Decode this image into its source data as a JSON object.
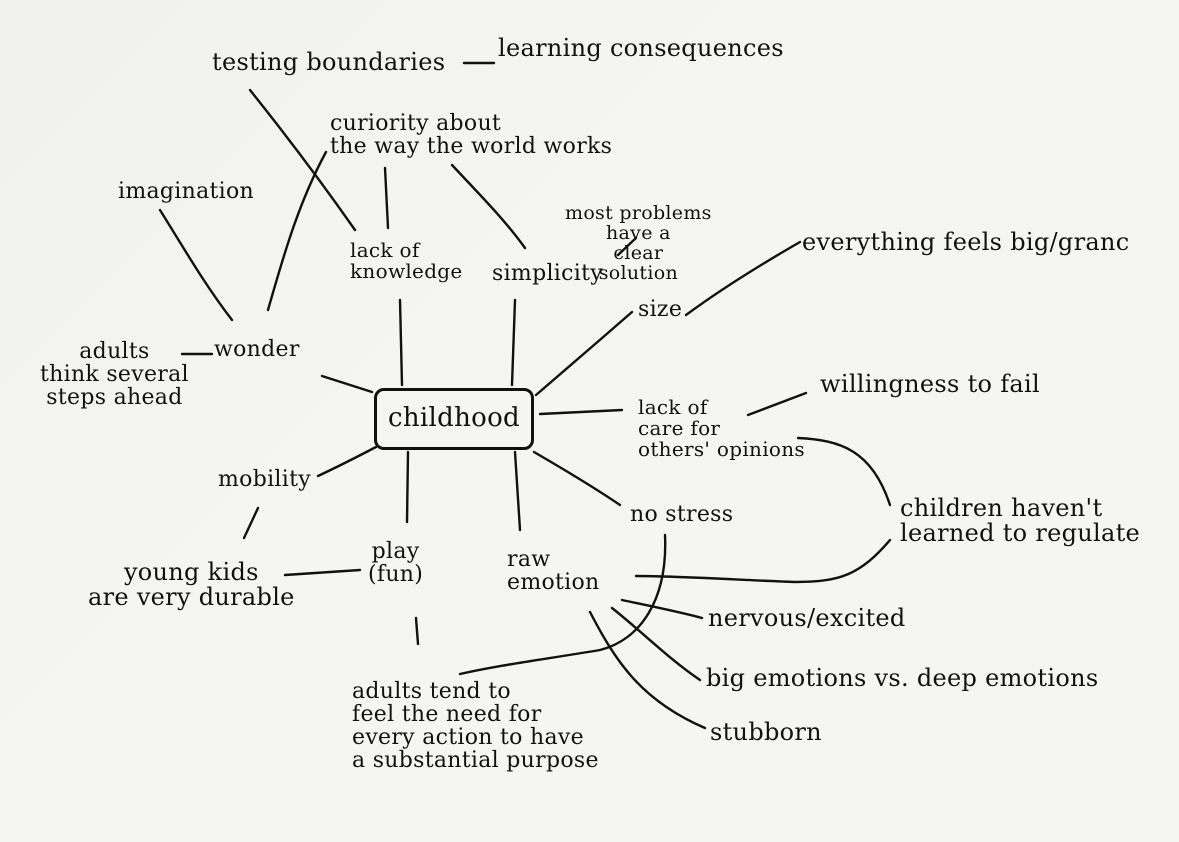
{
  "center": "childhood",
  "labels": {
    "testing": "testing boundaries",
    "learning": "learning consequences",
    "curiosity": "curiority about\nthe way the world works",
    "imagination": "imagination",
    "most_problems": "most problems\nhave a\nclear\nsolution",
    "lack_knowledge": "lack of\nknowledge",
    "simplicity": "simplicity",
    "everything_big": "everything feels big/granc",
    "size": "size",
    "adults_think": "adults\nthink several\nsteps ahead",
    "wonder": "wonder",
    "lack_care": "lack of\ncare for\nothers' opinions",
    "willingness": "willingness to fail",
    "mobility": "mobility",
    "no_stress": "no stress",
    "children_havent": "children haven't\nlearned to regulate",
    "young_kids": "young kids\nare very durable",
    "play": "play\n(fun)",
    "raw_emotion": "raw\nemotion",
    "nervous": "nervous/excited",
    "big_emotions": "big emotions vs. deep emotions",
    "stubborn": "stubborn",
    "adults_tend": "adults tend to\nfeel the need for\nevery action to have\na substantial purpose"
  }
}
